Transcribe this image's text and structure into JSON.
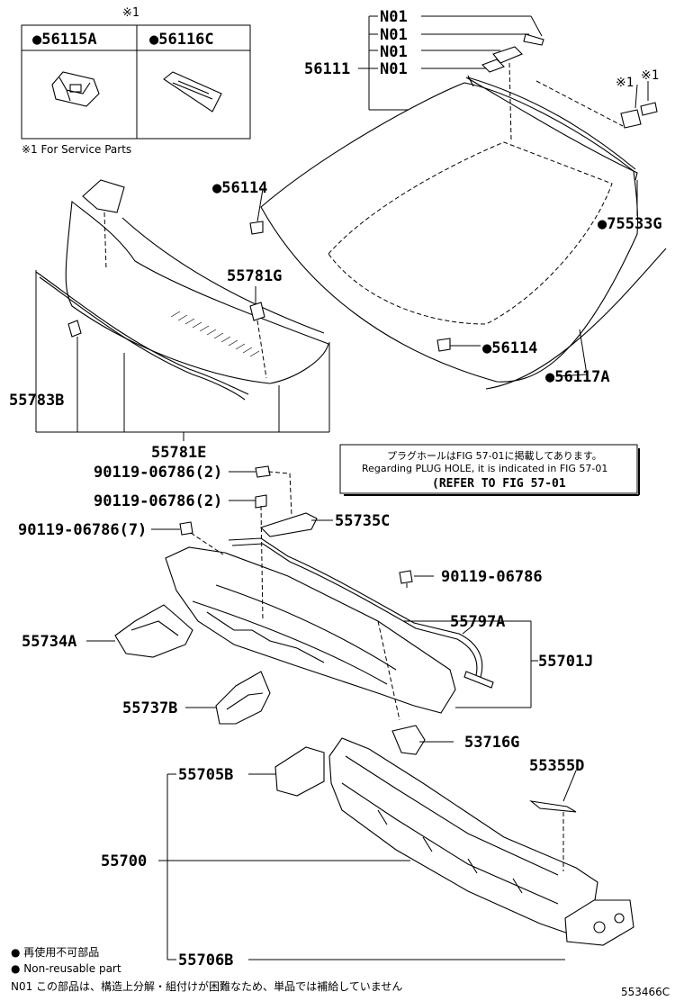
{
  "service_note_mark": "※1",
  "service_table": {
    "col1": "●56115A",
    "col2": "●56116C"
  },
  "service_parts_note": "※1 For Service Parts",
  "labels": {
    "n01_a": "N01",
    "n01_b": "N01",
    "n01_c": "N01",
    "n01_d": "N01",
    "windshield": "56111",
    "stopper_top": "●56114",
    "stopper_bottom": "●56114",
    "mark1_a": "※1",
    "mark1_b": "※1",
    "moulding_side": "●75533G",
    "moulding_lower": "●56117A",
    "clip": "55781G",
    "louver_seal": "55783B",
    "louver": "55781E",
    "bolt_a": "90119-06786(2)",
    "bolt_b": "90119-06786(2)",
    "bolt_c": "90119-06786(7)",
    "bolt_d": "90119-06786",
    "bracket_c": "55735C",
    "cover_a": "55734A",
    "hose": "55797A",
    "panel_assy": "55701J",
    "cover_b": "55737B",
    "bracket_g": "53716G",
    "brace_b": "55705B",
    "seal_d": "55355D",
    "cowl_panel": "55700",
    "brace_b2": "55706B"
  },
  "plug_note": {
    "jp": "プラグホールはFIG 57-01に掲載してあります。",
    "en": "Regarding PLUG HOLE, it is indicated in FIG 57-01",
    "ref": "(REFER TO FIG 57-01"
  },
  "legend": {
    "jp": "● 再使用不可部品",
    "en": "● Non-reusable part",
    "n01": "N01 この部品は、構造上分解・組付けが困難なため、単品では補給していません"
  },
  "figure_code": "553466C"
}
